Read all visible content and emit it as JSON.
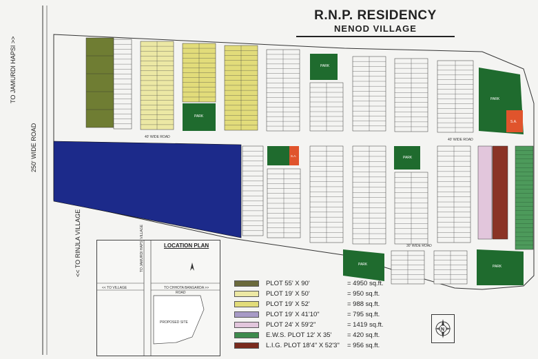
{
  "title": "R.N.P. RESIDENCY",
  "subtitle": "NENOD VILLAGE",
  "edges": {
    "to_jamurdi": "TO JAMURDI HAPSI >>",
    "wide_road": "250' WIDE ROAD",
    "to_rinjla": "<< TO RINJLA VILLAGE"
  },
  "roads": {
    "r40a": "40' WIDE ROAD",
    "r40b": "40' WIDE ROAD",
    "r30": "30' WIDE ROAD"
  },
  "map_labels": {
    "park": "PARK",
    "sa": "S.A."
  },
  "location_plan": {
    "title": "LOCATION PLAN",
    "to_village": "<< TO VILLAGE",
    "to_chhota": "TO CHHOTA BANGARDA >>",
    "road": "ROAD",
    "proposed": "PROPOSED SITE",
    "to_jamurdi": "TO JAMURDI HAPSI VILLAGE"
  },
  "legend": [
    {
      "label": "PLOT 55' X 90'",
      "area": "= 4950 sq.ft.",
      "color": "#6b6a3c"
    },
    {
      "label": "PLOT 19' X 50'",
      "area": "= 950 sq.ft.",
      "color": "#ece8a4"
    },
    {
      "label": "PLOT 19' X 52'",
      "area": "= 988 sq.ft.",
      "color": "#e2dc7a"
    },
    {
      "label": "PLOT 19' X 41'10\"",
      "area": "= 795 sq.ft.",
      "color": "#a79ac6"
    },
    {
      "label": "PLOT 24' X 59'2\"",
      "area": "= 1419 sq.ft.",
      "color": "#e2c6dc"
    },
    {
      "label": "E.W.S. PLOT 12' X 35'",
      "area": "= 420 sq.ft.",
      "color": "#3d8a4c"
    },
    {
      "label": "L.I.G. PLOT 18'4\" X 52'3\"",
      "area": "= 956 sq.ft.",
      "color": "#7a2b1e"
    }
  ],
  "compass_letter": "N",
  "colors": {
    "park": "#1f6b2e",
    "sa": "#e0542c",
    "big_plot": "#6f7d33",
    "commercial": "#1c2a8a",
    "road": "#f4f4f2"
  }
}
